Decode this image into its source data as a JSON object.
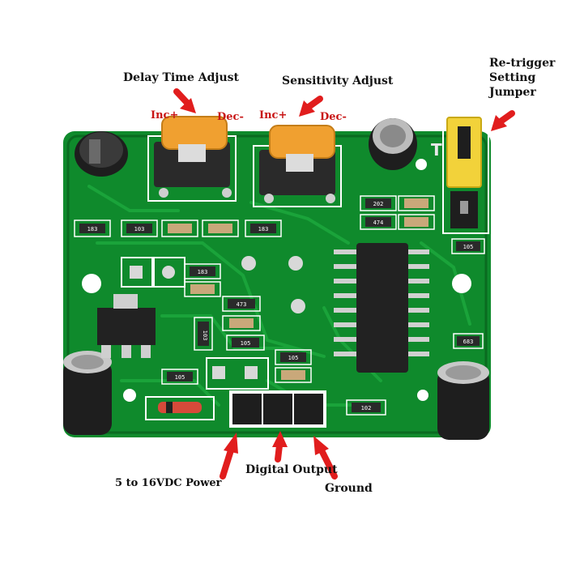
{
  "labels": {
    "delay_time_adjust": "Delay Time Adjust",
    "sensitivity_adjust": "Sensitivity Adjust",
    "retrigger_line1": "Re-trigger",
    "retrigger_line2": "Setting",
    "retrigger_line3": "Jumper",
    "inc_plus_1": "Inc+",
    "dec_minus_1": "Dec-",
    "inc_plus_2": "Inc+",
    "dec_minus_2": "Dec-",
    "power": "5 to 16VDC Power",
    "digital_output": "Digital Output",
    "ground": "Ground"
  },
  "silkscreen": {
    "r1": "183",
    "r2": "103",
    "r3": "183",
    "r4": "183",
    "r5": "473",
    "r6": "103",
    "r7": "105",
    "r8": "105",
    "r9": "105",
    "r10": "202",
    "r11": "474",
    "r12": "105",
    "r13": "102",
    "r14": "683",
    "board_mark": "T"
  },
  "colors": {
    "board": "#0f8a2c",
    "board_dark": "#0a6b20",
    "trace": "#1aa33a",
    "silk": "#ffffff",
    "annotation_red": "#e11d1d",
    "pot": "#f0a030",
    "jumper": "#f2d23a"
  }
}
